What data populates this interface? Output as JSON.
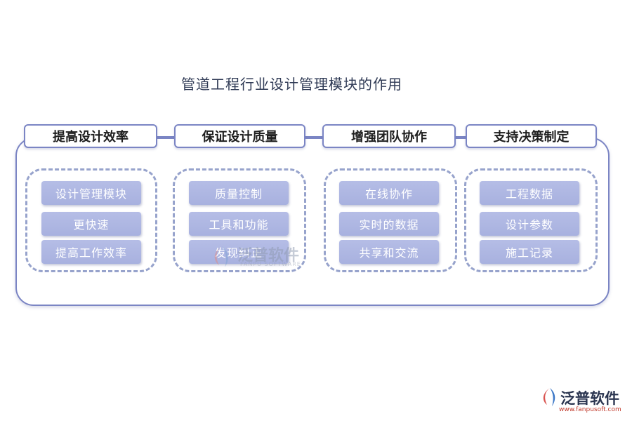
{
  "title": "管道工程行业设计管理模块的作用",
  "columns": [
    {
      "header": "提高设计效率",
      "items": [
        "设计管理模块",
        "更快速",
        "提高工作效率"
      ]
    },
    {
      "header": "保证设计质量",
      "items": [
        "质量控制",
        "工具和功能",
        "发现纠正"
      ]
    },
    {
      "header": "增强团队协作",
      "items": [
        "在线协作",
        "实时的数据",
        "共享和交流"
      ]
    },
    {
      "header": "支持决策制定",
      "items": [
        "工程数据",
        "设计参数",
        "施工记录"
      ]
    }
  ],
  "watermark": {
    "name": "泛普软件",
    "sub": "FANPU SOFTWARE"
  },
  "logo": {
    "name": "泛普软件",
    "url": "www.fanpusoft.com"
  },
  "colors": {
    "frame": "#7b85c4",
    "item": "#a8b1df",
    "dashed": "#97a3cc",
    "logo_red": "#d9534f",
    "logo_blue": "#3d78c7"
  }
}
